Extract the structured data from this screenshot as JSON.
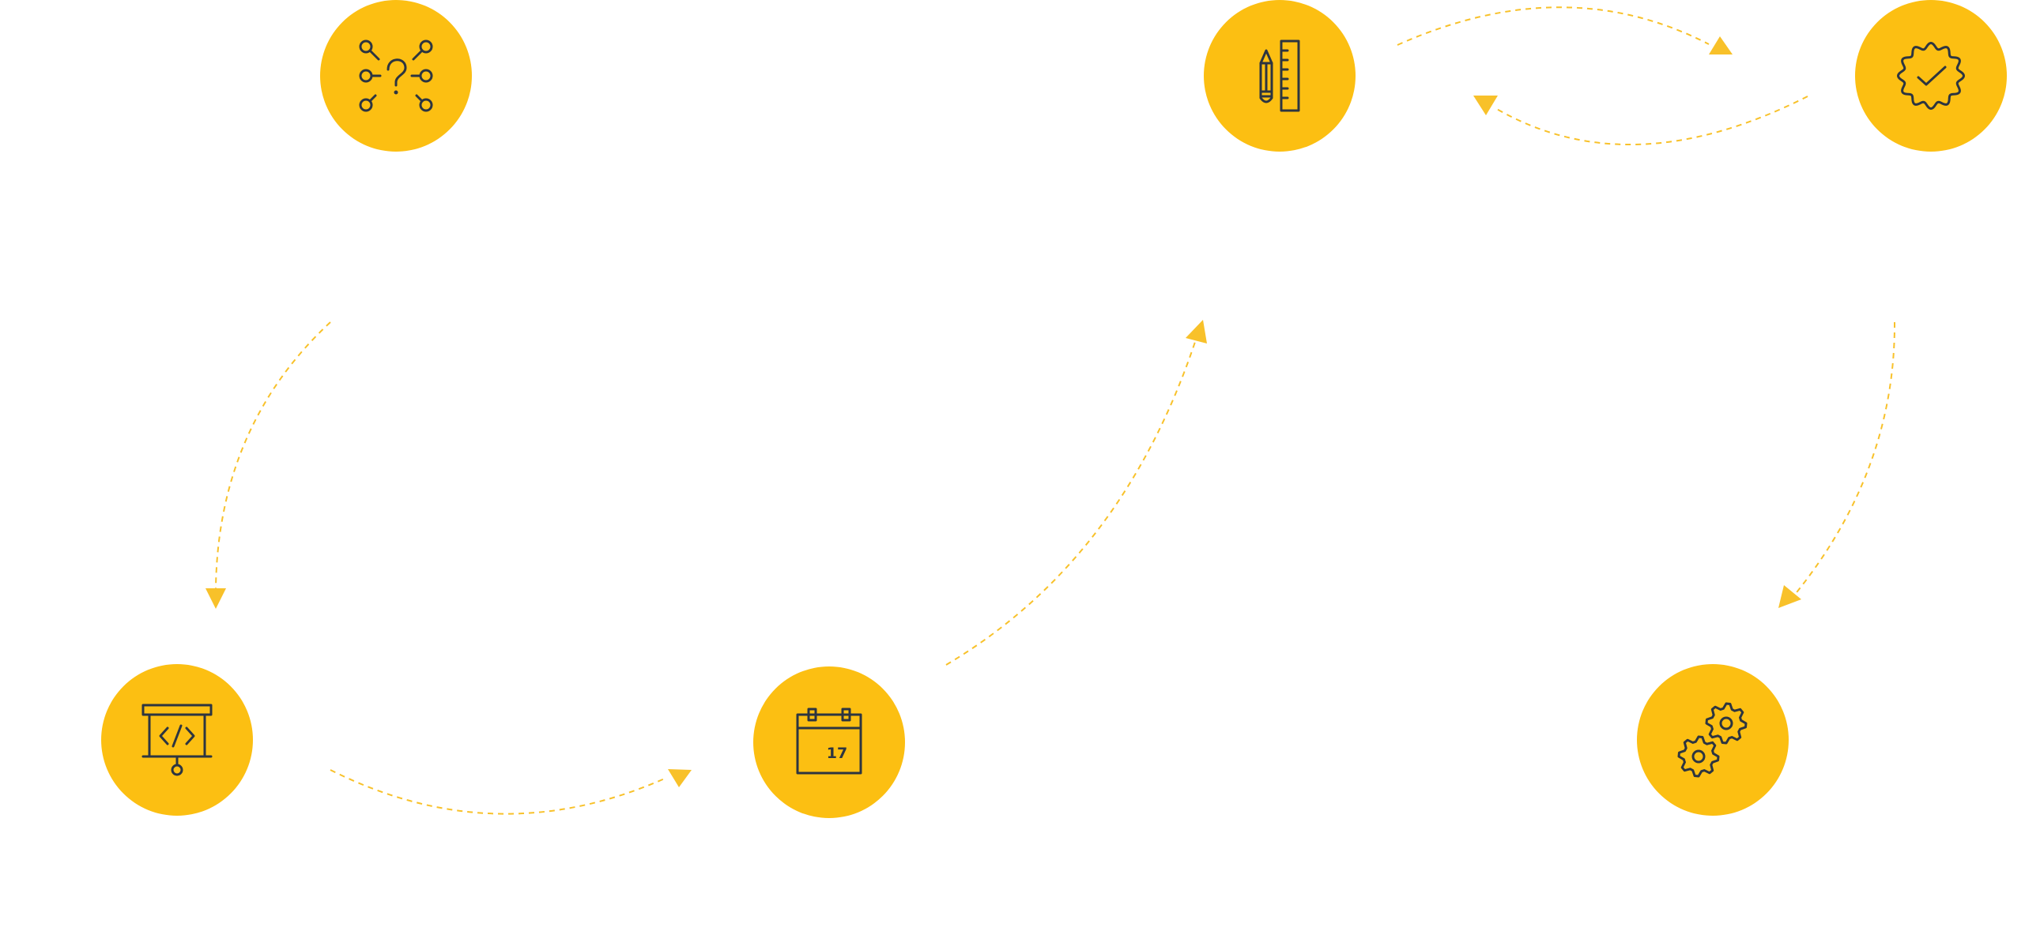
{
  "colors": {
    "node_fill": "#FCBF12",
    "icon_stroke": "#2D3540",
    "connector": "#F8C12A",
    "background": "#FFFFFF"
  },
  "nodes": [
    {
      "id": "research",
      "icon": "question-network-icon"
    },
    {
      "id": "design",
      "icon": "pencil-ruler-icon"
    },
    {
      "id": "approval",
      "icon": "checkmark-badge-icon"
    },
    {
      "id": "presentation",
      "icon": "code-presentation-board-icon"
    },
    {
      "id": "schedule",
      "icon": "calendar-icon",
      "calendar_day": "17"
    },
    {
      "id": "development",
      "icon": "gears-icon"
    }
  ],
  "connectors": [
    {
      "from": "research",
      "to": "presentation"
    },
    {
      "from": "presentation",
      "to": "schedule"
    },
    {
      "from": "schedule",
      "to": "design"
    },
    {
      "from": "design",
      "to": "approval"
    },
    {
      "from": "approval",
      "to": "design"
    },
    {
      "from": "approval",
      "to": "development"
    }
  ]
}
